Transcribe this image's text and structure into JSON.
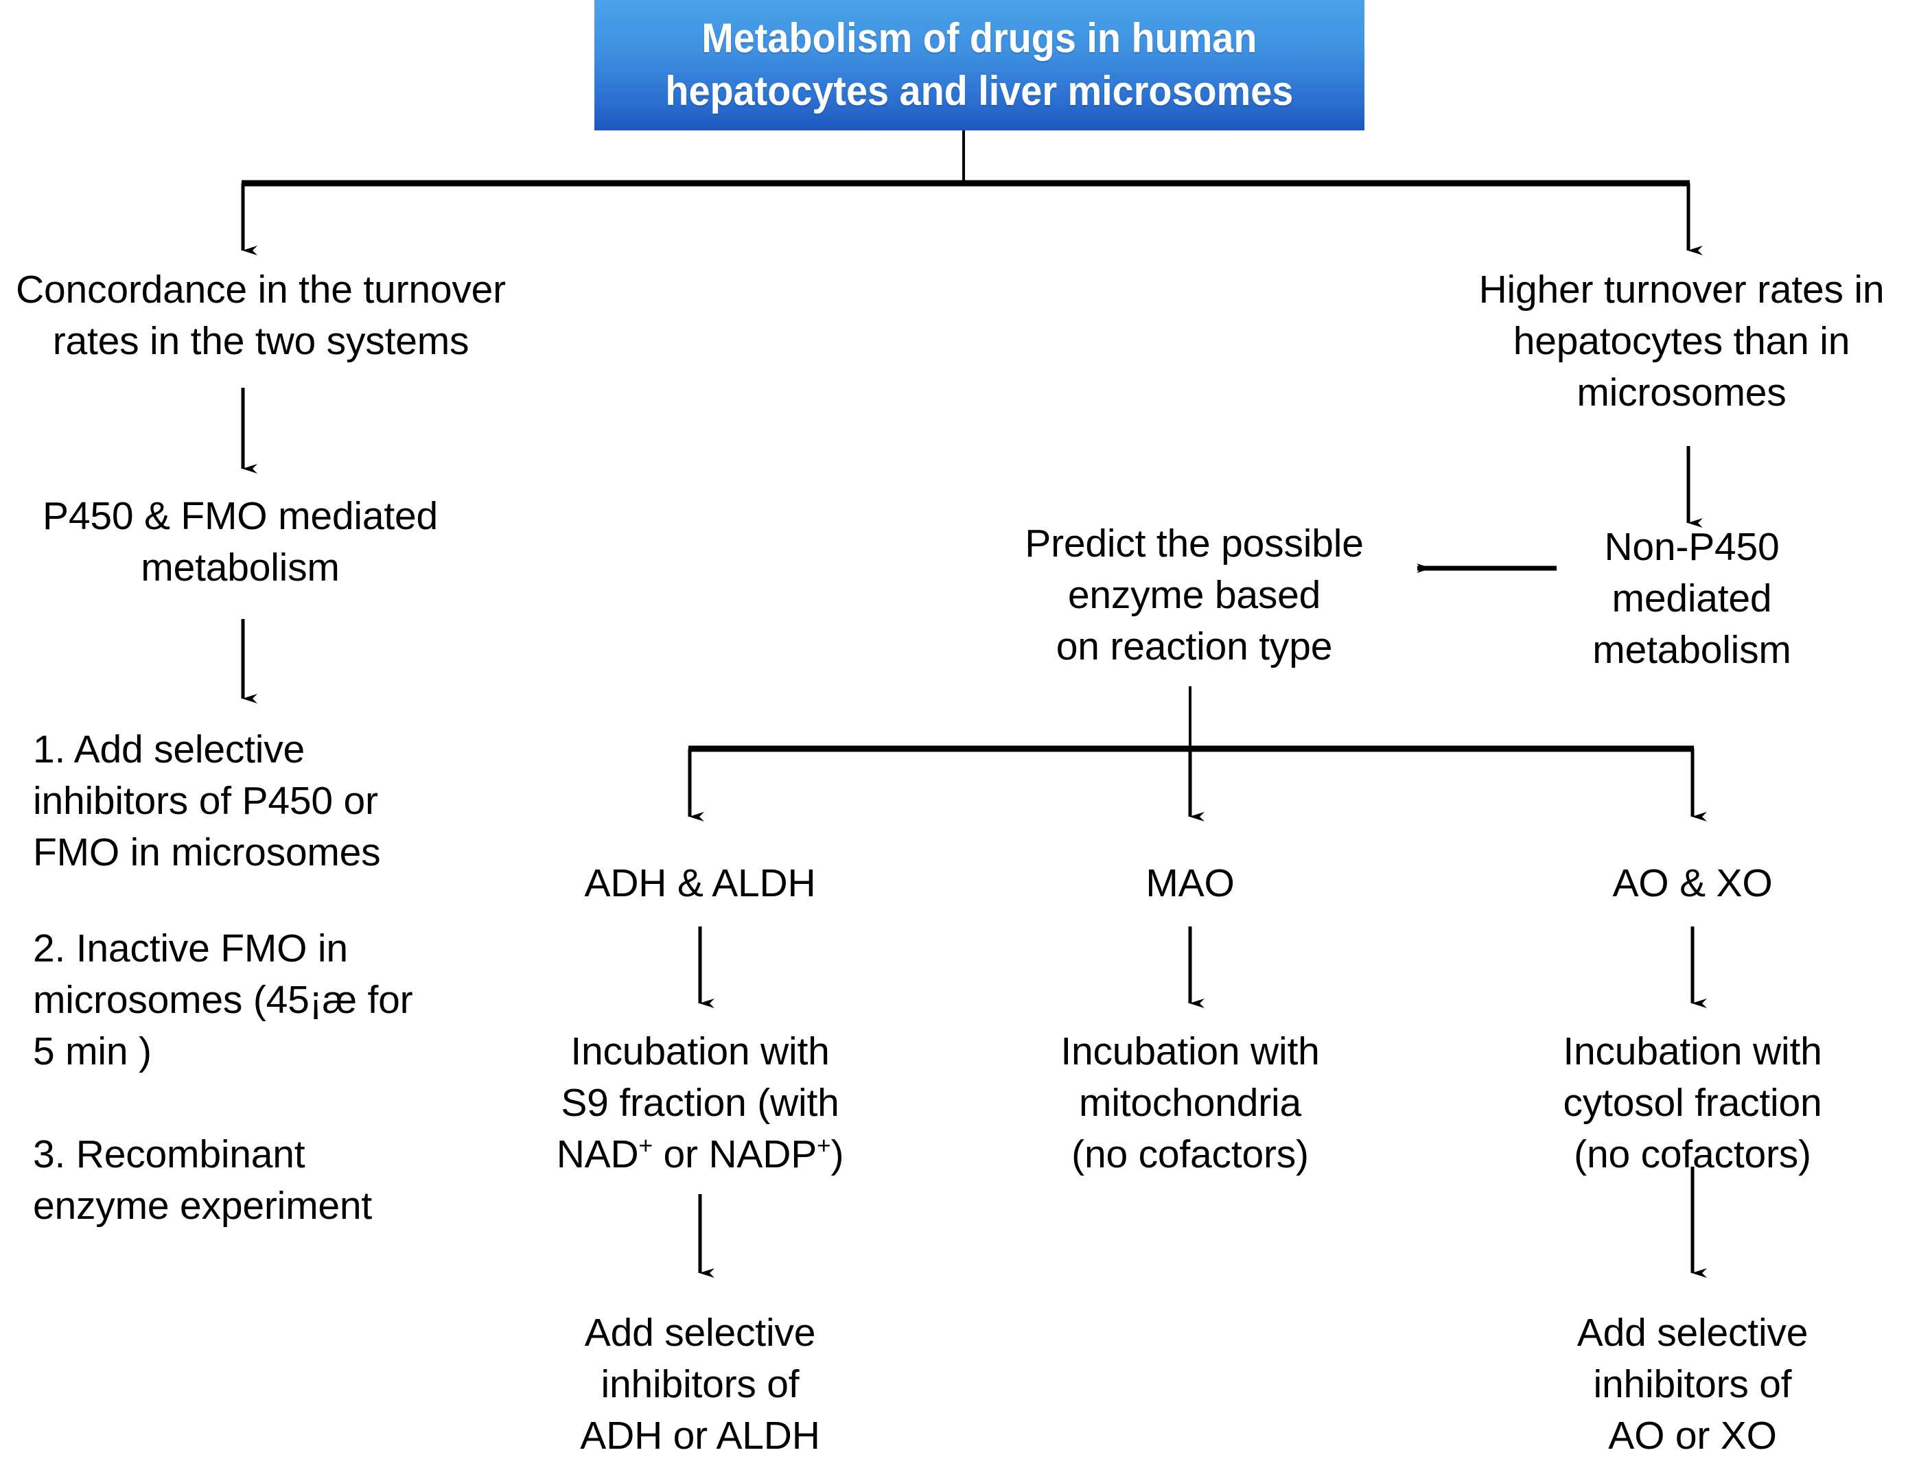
{
  "title": {
    "text": "Metabolism of drugs in human\nhepatocytes and liver microsomes",
    "bg_color_top": "#4ba3ea",
    "bg_color_bottom": "#1e57bd",
    "text_color": "#ffffff"
  },
  "nodes": {
    "concordance": "Concordance in the turnover\nrates in the two systems",
    "higher_turnover": "Higher turnover rates in\nhepatocytes than in\nmicrosomes",
    "p450_fmo": "P450 & FMO  mediated\nmetabolism",
    "non_p450": "Non-P450\nmediated\nmetabolism",
    "predict_enzyme": "Predict the possible\nenzyme based\non reaction type",
    "step_1": "1. Add selective\ninhibitors of P450 or\nFMO in microsomes",
    "step_2": "2. Inactive FMO in\nmicrosomes (45¡æ for\n5 min )",
    "step_3": "3. Recombinant\nenzyme experiment",
    "adh_aldh": "ADH & ALDH",
    "mao": "MAO",
    "ao_xo": "AO & XO",
    "incubation_s9_line1": "Incubation with",
    "incubation_s9_line2": "S9 fraction (with",
    "incubation_s9_line3_a": "NAD",
    "incubation_s9_line3_sup1": "+",
    "incubation_s9_line3_b": " or NADP",
    "incubation_s9_line3_sup2": "+",
    "incubation_s9_line3_c": ")",
    "incubation_mito": "Incubation with\nmitochondria\n(no cofactors)",
    "incubation_cytosol": "Incubation with\ncytosol fraction\n(no cofactors)",
    "inhibitors_adh": "Add selective\ninhibitors of\nADH or ALDH",
    "inhibitors_ao": "Add selective\ninhibitors of\nAO or XO"
  },
  "style": {
    "line_color": "#000000",
    "text_color": "#000000"
  },
  "chart_data": {
    "type": "diagram",
    "diagram_kind": "flowchart",
    "title": "Metabolism of drugs in human hepatocytes and liver microsomes",
    "nodes": [
      {
        "id": "root",
        "label": "Metabolism of drugs in human hepatocytes and liver microsomes"
      },
      {
        "id": "concordance",
        "label": "Concordance in the turnover rates in the two systems"
      },
      {
        "id": "higher",
        "label": "Higher turnover rates in hepatocytes than in microsomes"
      },
      {
        "id": "p450fmo",
        "label": "P450 & FMO  mediated metabolism"
      },
      {
        "id": "nonp450",
        "label": "Non-P450 mediated metabolism"
      },
      {
        "id": "predict",
        "label": "Predict the possible enzyme based on reaction type"
      },
      {
        "id": "steps",
        "label": "1. Add selective inhibitors of P450 or FMO in microsomes; 2. Inactive FMO in microsomes (45¡æ for 5 min ); 3. Recombinant enzyme experiment"
      },
      {
        "id": "adh",
        "label": "ADH & ALDH"
      },
      {
        "id": "mao",
        "label": "MAO"
      },
      {
        "id": "aoxo",
        "label": "AO & XO"
      },
      {
        "id": "inc_s9",
        "label": "Incubation with S9 fraction (with NAD+ or NADP+)"
      },
      {
        "id": "inc_mito",
        "label": "Incubation with mitochondria (no cofactors)"
      },
      {
        "id": "inc_cyt",
        "label": "Incubation with cytosol fraction (no cofactors)"
      },
      {
        "id": "inh_adh",
        "label": "Add selective inhibitors of ADH or ALDH"
      },
      {
        "id": "inh_ao",
        "label": "Add selective inhibitors of AO or XO"
      }
    ],
    "edges": [
      {
        "from": "root",
        "to": "concordance"
      },
      {
        "from": "root",
        "to": "higher"
      },
      {
        "from": "concordance",
        "to": "p450fmo"
      },
      {
        "from": "p450fmo",
        "to": "steps"
      },
      {
        "from": "higher",
        "to": "nonp450"
      },
      {
        "from": "nonp450",
        "to": "predict"
      },
      {
        "from": "predict",
        "to": "adh"
      },
      {
        "from": "predict",
        "to": "mao"
      },
      {
        "from": "predict",
        "to": "aoxo"
      },
      {
        "from": "adh",
        "to": "inc_s9"
      },
      {
        "from": "mao",
        "to": "inc_mito"
      },
      {
        "from": "aoxo",
        "to": "inc_cyt"
      },
      {
        "from": "inc_s9",
        "to": "inh_adh"
      },
      {
        "from": "inc_cyt",
        "to": "inh_ao"
      }
    ]
  }
}
